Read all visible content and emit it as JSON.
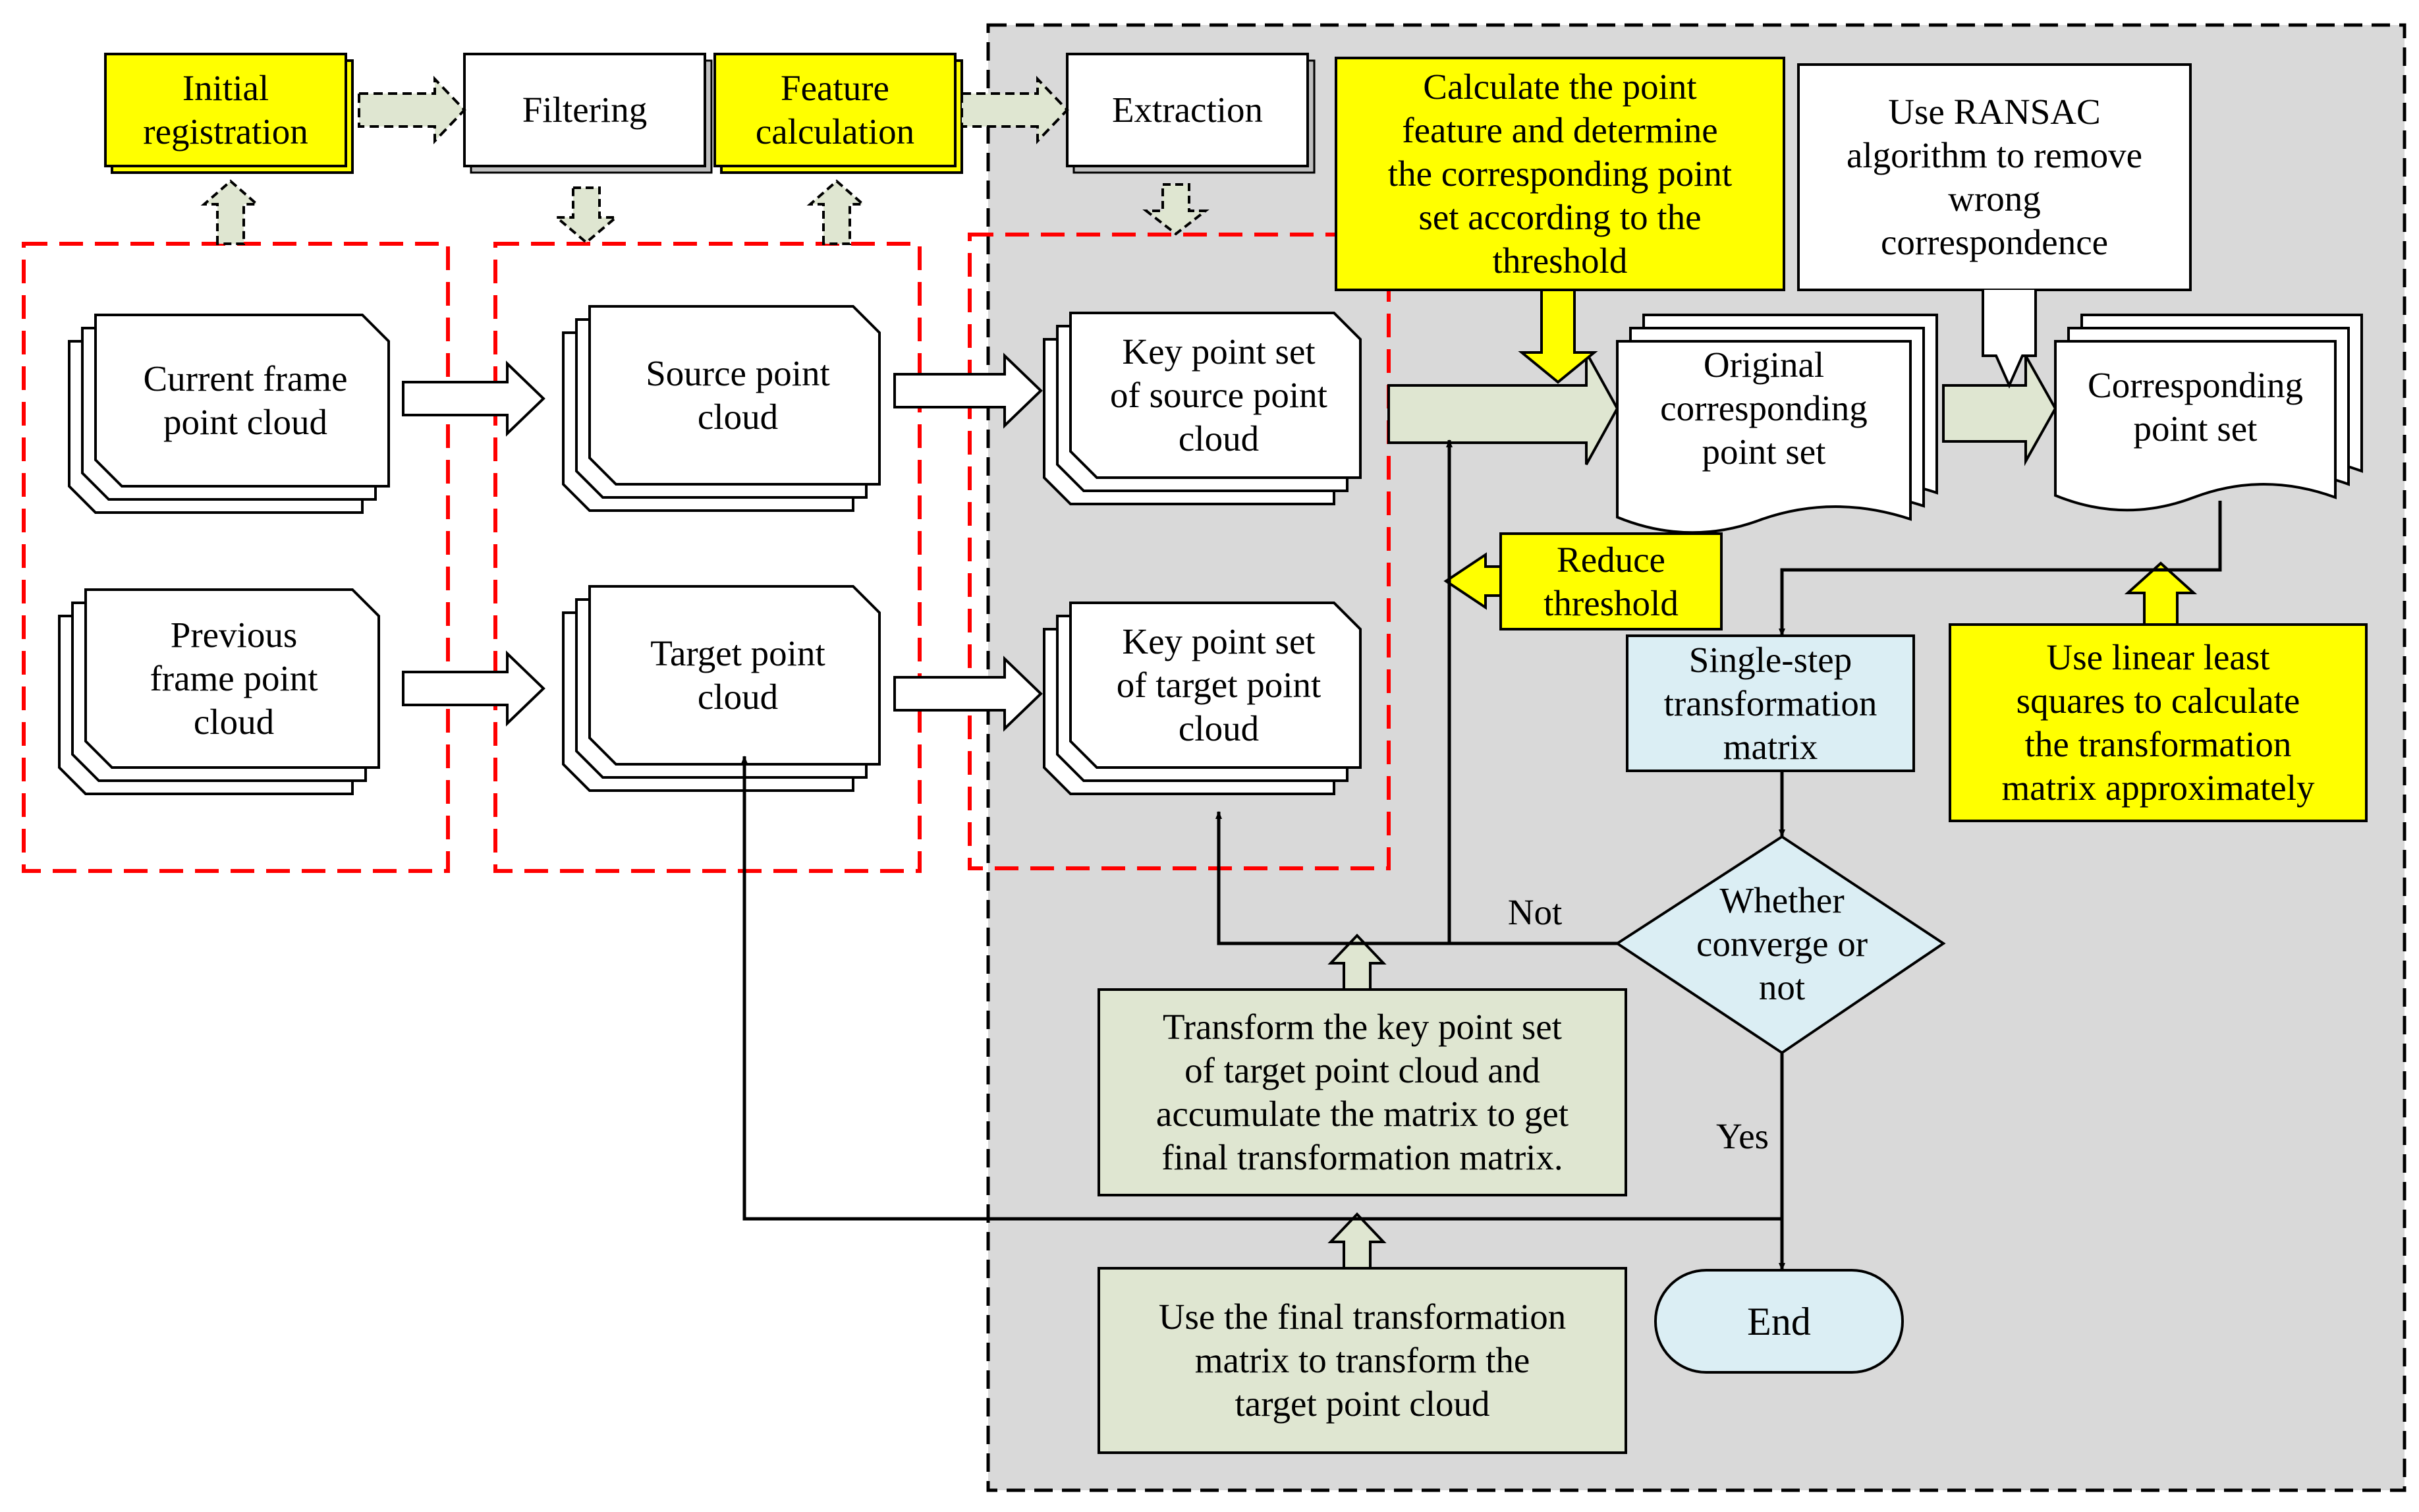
{
  "colors": {
    "gray_panel": "#d9d9d9",
    "yellow": "#ffff00",
    "light_blue": "#dbeef4",
    "sage": "#dfe6d1",
    "arrow_fill": "#dfe6d1",
    "red_dash": "#ff0000",
    "stroke": "#000000"
  },
  "top_steps": {
    "initial_registration": "Initial\nregistration",
    "filtering": "Filtering",
    "feature_calculation": "Feature\ncalculation",
    "extraction": "Extraction"
  },
  "clouds": {
    "current_frame": "Current frame\npoint cloud",
    "previous_frame": "Previous\nframe point\ncloud",
    "source": "Source point\ncloud",
    "target": "Target point\ncloud",
    "key_source": "Key point set\nof source point\ncloud",
    "key_target": "Key point set\nof target point\ncloud"
  },
  "notes": {
    "calc_feature": "Calculate the point\nfeature and determine\nthe corresponding point\nset according to the\nthreshold",
    "ransac": "Use RANSAC\nalgorithm to remove\nwrong\ncorrespondence",
    "reduce_threshold": "Reduce\nthreshold",
    "least_squares": "Use linear least\nsquares to calculate\nthe transformation\nmatrix approximately",
    "transform_key": "Transform the key point set\nof target point cloud and\naccumulate the matrix to get\nfinal transformation matrix.",
    "use_final": "Use the final transformation\nmatrix to transform the\ntarget point cloud"
  },
  "docs": {
    "original": "Original\ncorresponding\npoint set",
    "corresponding": "Corresponding\npoint set"
  },
  "process": {
    "single_step": "Single-step\ntransformation\nmatrix",
    "decision": "Whether\nconverge or\nnot",
    "end": "End",
    "not_label": "Not",
    "yes_label": "Yes"
  }
}
